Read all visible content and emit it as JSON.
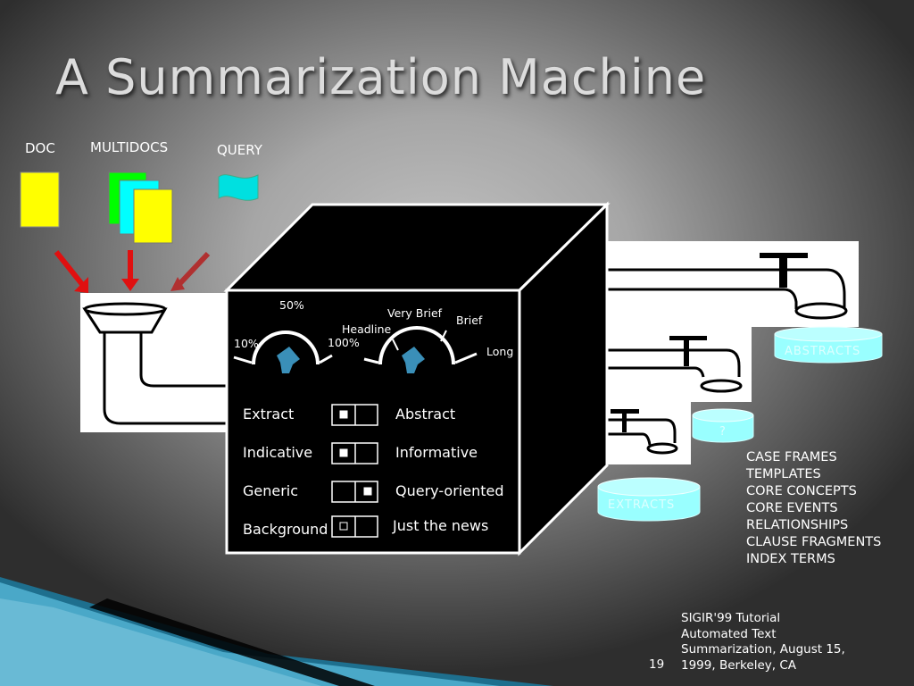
{
  "slide": {
    "title": "A Summarization Machine",
    "inputs": {
      "doc": "DOC",
      "multidocs": "MULTIDOCS",
      "query": "QUERY"
    },
    "dials": {
      "length": {
        "low": "10%",
        "mid": "50%",
        "high": "100%"
      },
      "style": {
        "headline": "Headline",
        "very_brief": "Very Brief",
        "brief": "Brief",
        "long": "Long"
      }
    },
    "switches": [
      {
        "left": "Extract",
        "right": "Abstract",
        "selected": "left",
        "filled": true
      },
      {
        "left": "Indicative",
        "right": "Informative",
        "selected": "left",
        "filled": true
      },
      {
        "left": "Generic",
        "right": "Query-oriented",
        "selected": "right",
        "filled": true
      },
      {
        "left": "Background",
        "right": "Just the news",
        "selected": "left",
        "filled": false
      }
    ],
    "outputs": {
      "abstracts": "ABSTRACTS",
      "unknown": "?",
      "extracts": "EXTRACTS"
    },
    "output_types": [
      "CASE FRAMES",
      "TEMPLATES",
      "CORE CONCEPTS",
      "CORE EVENTS",
      "RELATIONSHIPS",
      "CLAUSE FRAGMENTS",
      "INDEX TERMS"
    ],
    "footer": {
      "page": "19",
      "lines": [
        "SIGIR'99 Tutorial",
        "Automated Text",
        "Summarization, August 15,",
        "1999, Berkeley, CA"
      ]
    },
    "colors": {
      "doc": "#ffff00",
      "green_doc": "#00ff00",
      "cyan_doc": "#00ffff",
      "query": "#00e0e0",
      "arrow_red": "#e01010",
      "arrow_darkred": "#b03030",
      "cylinder": "#9ff"
    }
  }
}
